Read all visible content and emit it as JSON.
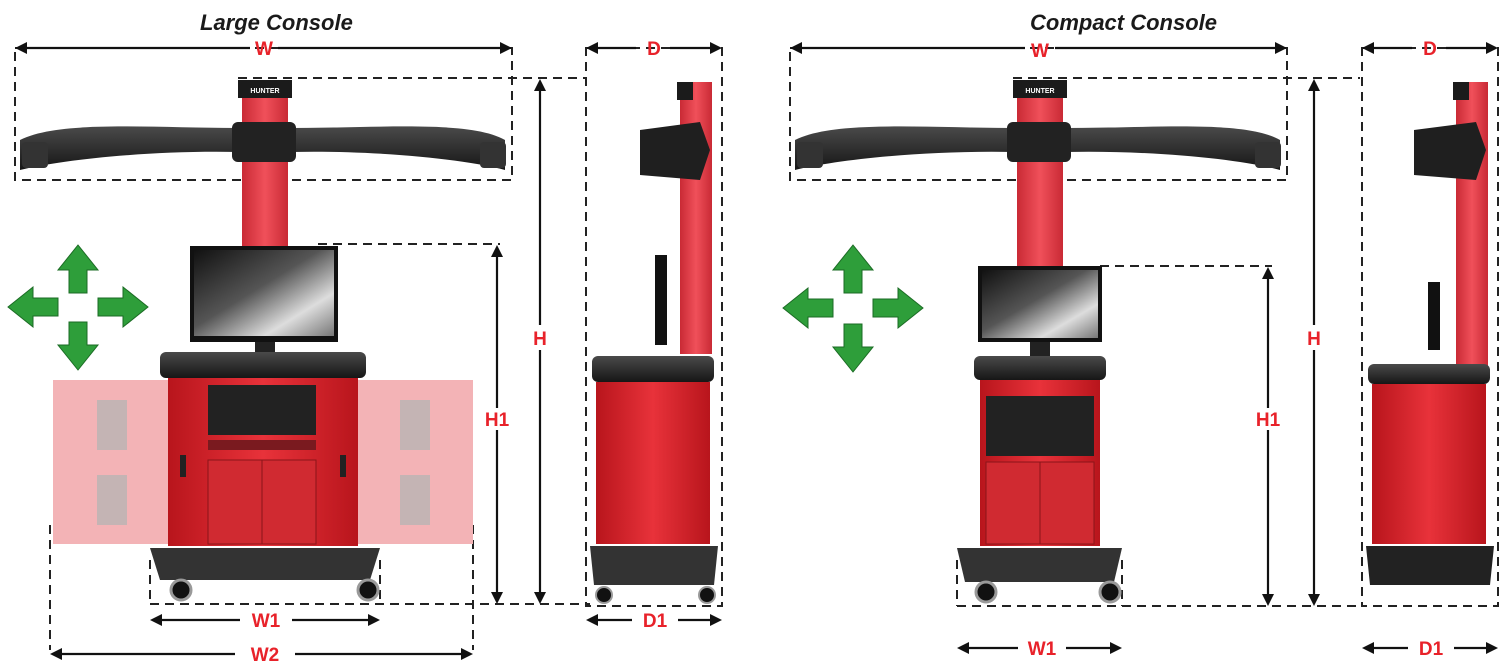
{
  "large": {
    "title": "Large Console",
    "dims": {
      "W": "W",
      "D": "D",
      "H": "H",
      "H1": "H1",
      "W1": "W1",
      "W2": "W2",
      "D1": "D1"
    }
  },
  "compact": {
    "title": "Compact Console",
    "dims": {
      "W": "W",
      "D": "D",
      "H": "H",
      "H1": "H1",
      "W1": "W1",
      "D1": "D1"
    }
  },
  "brand": {
    "logo_text": "HUNTER"
  },
  "colors": {
    "dimension_label": "#e8222a",
    "cabinet": "#d9272e",
    "column": "#e23a45",
    "arrow": "#2e9e3a"
  }
}
